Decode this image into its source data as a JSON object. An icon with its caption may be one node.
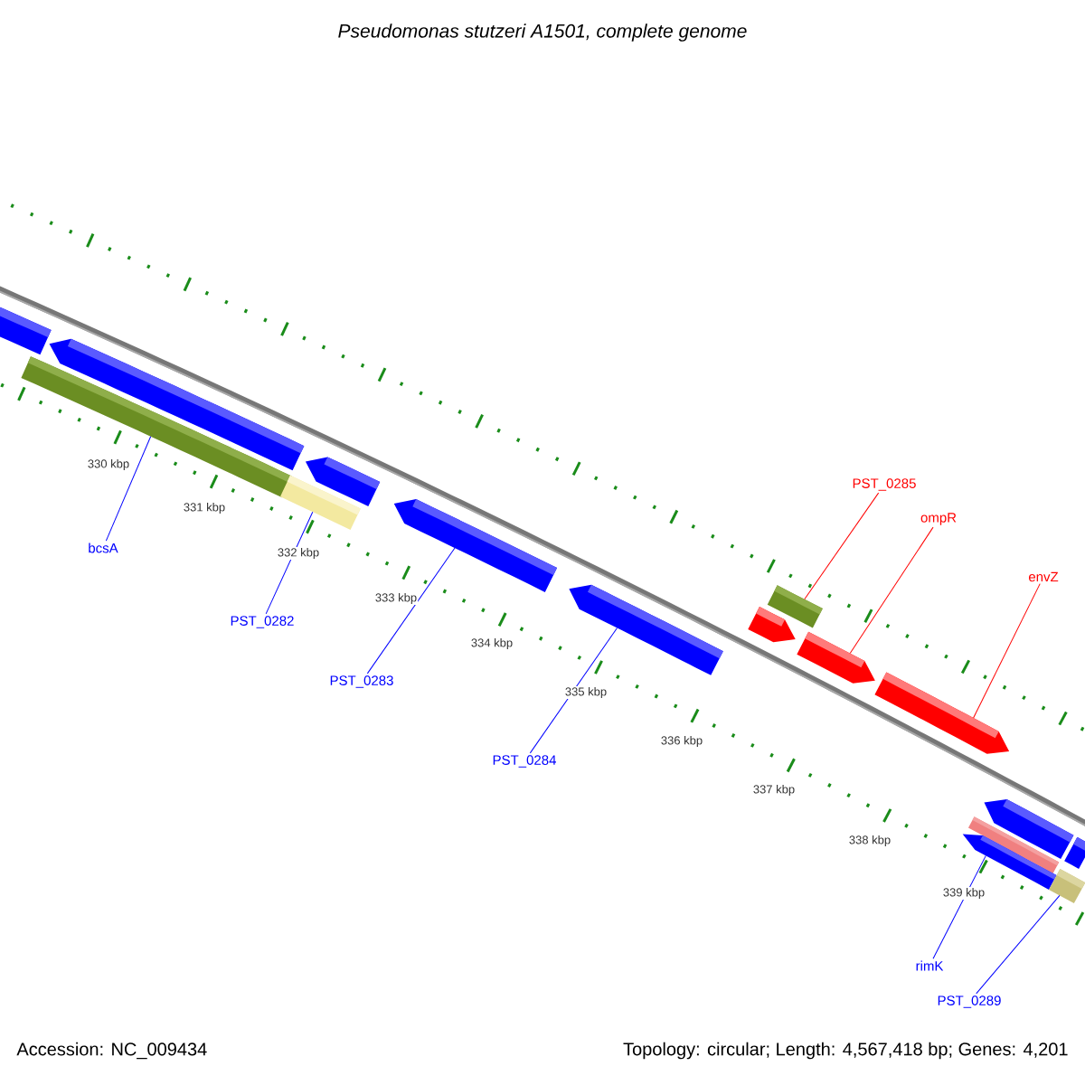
{
  "diagram": {
    "title": "Pseudomonas stutzeri A1501, complete genome",
    "nodes": [
      {
        "text": [],
        "shape": "bar"
      },
      {
        "text": [],
        "shape": "arrow"
      },
      {
        "text": [],
        "shape": "bar"
      },
      {
        "text": [],
        "shape": "arrow"
      },
      {
        "text": [],
        "shape": "bar"
      },
      {
        "text": [],
        "shape": "arrow"
      },
      {
        "text": [],
        "shape": "arrow"
      },
      {
        "text": [],
        "shape": "bar"
      },
      {
        "text": [],
        "shape": "arrow"
      },
      {
        "text": [],
        "shape": "arrow"
      },
      {
        "text": [],
        "shape": "arrow"
      },
      {
        "text": [],
        "shape": "arrow"
      },
      {
        "text": [],
        "shape": "bar"
      },
      {
        "text": [],
        "shape": "bar"
      },
      {
        "text": [],
        "shape": "arrow"
      },
      {
        "text": [],
        "shape": "bar"
      },
      {
        "text": [
          "bcsA"
        ]
      },
      {
        "text": [
          "PST_0282"
        ]
      },
      {
        "text": [
          "PST_0283"
        ]
      },
      {
        "text": [
          "PST_0284"
        ]
      },
      {
        "text": [
          "PST_0285"
        ]
      },
      {
        "text": [
          "ompR"
        ]
      },
      {
        "text": [
          "envZ"
        ]
      },
      {
        "text": [
          "rimK"
        ]
      },
      {
        "text": [
          "PST_0289"
        ]
      }
    ],
    "edges": [
      {
        "from": 16,
        "to": 2,
        "arrow": "none"
      },
      {
        "from": 17,
        "to": 4,
        "arrow": "none"
      },
      {
        "from": 18,
        "to": 5,
        "arrow": "none"
      },
      {
        "from": 19,
        "to": 6,
        "arrow": "none"
      },
      {
        "from": 20,
        "to": 7,
        "arrow": "none",
        "color": "#ff0000"
      },
      {
        "from": 21,
        "to": 9,
        "arrow": "none",
        "color": "#ff0000"
      },
      {
        "from": 22,
        "to": 10,
        "arrow": "none",
        "color": "#ff0000"
      },
      {
        "from": 23,
        "to": 14,
        "arrow": "none"
      },
      {
        "from": 24,
        "to": 15,
        "arrow": "none"
      }
    ],
    "labels": [
      "330 kbp",
      "331 kbp",
      "332 kbp",
      "333 kbp",
      "334 kbp",
      "335 kbp",
      "336 kbp",
      "337 kbp",
      "338 kbp",
      "339 kbp",
      "Accession: NC_009434",
      "Topology: circular; Length: 4,567,418 bp; Genes: 4,201"
    ]
  }
}
